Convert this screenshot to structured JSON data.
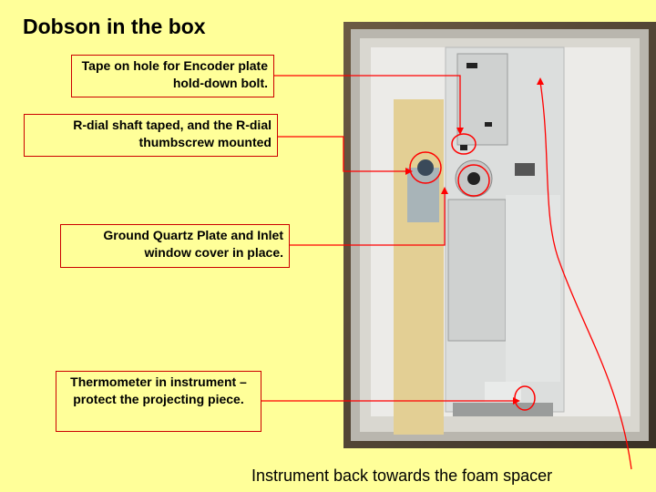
{
  "title": "Dobson in the box",
  "callouts": [
    "Tape on hole for Encoder plate hold-down bolt.",
    "R-dial shaft taped, and the R-dial thumbscrew mounted",
    "Ground Quartz Plate and Inlet window cover in place.",
    "Thermometer in instrument – protect the projecting piece."
  ],
  "caption": "Instrument back towards the foam spacer",
  "colors": {
    "background": "#ffff99",
    "callout_border": "#cc0000",
    "arrow": "#ff0000"
  }
}
